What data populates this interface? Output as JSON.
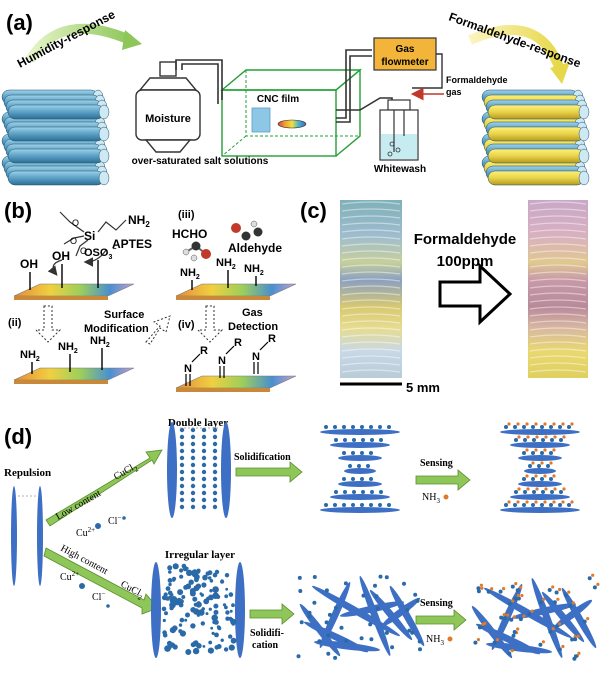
{
  "panels": {
    "a": {
      "label": "(a)",
      "humidity_response": "Humidity-response",
      "formaldehyde_response": "Formaldehyde-response",
      "moisture": "Moisture",
      "salt_solutions": "over-saturated salt solutions",
      "cnc_film": "CNC film",
      "gas_flowmeter_line1": "Gas",
      "gas_flowmeter_line2": "flowmeter",
      "formaldehyde_gas_line1": "Formaldehyde",
      "formaldehyde_gas_line2": "gas",
      "whitewash": "Whitewash"
    },
    "b": {
      "label": "(b)",
      "aptes": "APTES",
      "nh2": "NH",
      "oh": "OH",
      "oso3": "OSO",
      "si": "Si",
      "step_ii": "(ii)",
      "step_iii": "(iii)",
      "step_iv": "(iv)",
      "hcho": "HCHO",
      "aldehyde": "Aldehyde",
      "surface_modification_line1": "Surface",
      "surface_modification_line2": "Modification",
      "gas_detection_line1": "Gas",
      "gas_detection_line2": "Detection",
      "r": "R",
      "n": "N"
    },
    "c": {
      "label": "(c)",
      "formaldehyde": "Formaldehyde",
      "concentration": "100ppm",
      "scale": "5 mm"
    },
    "d": {
      "label": "(d)",
      "repulsion": "Repulsion",
      "low_content": "Low content",
      "high_content": "High content",
      "cucl2": "CuCl",
      "cu2": "Cu",
      "cl": "Cl",
      "double_layer": "Double layer",
      "irregular_layer": "Irregular layer",
      "solidification": "Solidification",
      "solidi_line1": "Solidifi-",
      "solidi_line2": "cation",
      "sensing": "Sensing",
      "nh3": "NH"
    }
  },
  "colors": {
    "rod_blue": "#5a9fc4",
    "rod_yellow": "#e8d34a",
    "arrow_green": "#8ec65a",
    "flowmeter": "#f2b53a",
    "particle_blue": "#2a6aa8",
    "particle_orange": "#e07a2a",
    "plate_blue": "#3d6fc4"
  }
}
